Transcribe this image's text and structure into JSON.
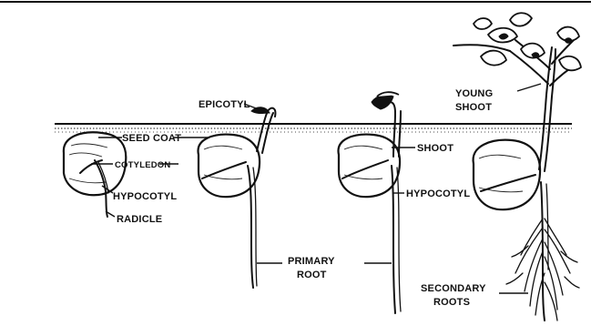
{
  "labels": {
    "epicotyl": "EPICOTYL",
    "seed_coat": "SEED COAT",
    "cotyledon": "COTYLEDON",
    "hypocotyl_1": "HYPOCOTYL",
    "radicle": "RADICLE",
    "primary_root_line1": "PRIMARY",
    "primary_root_line2": "ROOT",
    "shoot": "SHOOT",
    "hypocotyl_2": "HYPOCOTYL",
    "young_shoot_line1": "YOUNG",
    "young_shoot_line2": "SHOOT",
    "secondary_roots_line1": "SECONDARY",
    "secondary_roots_line2": "ROOTS"
  },
  "colors": {
    "ink": "#111111",
    "background": "#ffffff"
  }
}
